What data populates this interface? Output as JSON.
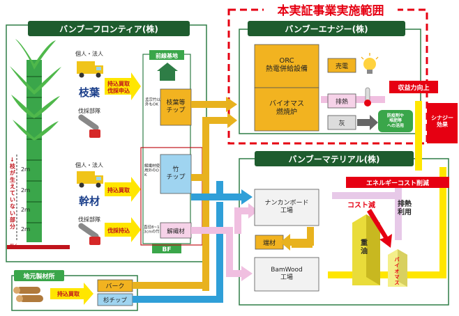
{
  "scope_title": "本実証事業実施範囲",
  "frontier": {
    "title": "バンブーフロンティア(株)",
    "edaha": "枝葉",
    "kanzai": "幹材",
    "supplier_corp": "個人・法人",
    "supplier_cutters": "伐採部隊",
    "bring_buy_1": "持込買取",
    "bring_buy_2": "伐採申込",
    "bring_buy_kanzai": "持込買取",
    "bring_cutters": "伐採持込",
    "height_mark": "2ｍ",
    "branch_note": "↓ 枝が生えていない部分",
    "root_label": "根く→",
    "base_title": "前線基地",
    "base_bottom": "BF",
    "chip_branch": "枝葉等\nチップ",
    "chip_branch_note": "孟宗竹以外もOK",
    "chip_bamboo": "竹\nチップ",
    "chip_bamboo_note": "解繊材使用外のOK",
    "fiber": "解繊材",
    "fiber_note": "直径8~13cmの竹"
  },
  "sawmill": {
    "title": "地元製材所",
    "buy": "持込買取",
    "bark": "バーク",
    "cedar_chip": "杉チップ"
  },
  "energy": {
    "title": "バンブーエナジー(株)",
    "orc": "ORC\n熱電併給設備",
    "biomass": "バイオマス\n燃焼炉",
    "sell_power": "売電",
    "waste_heat": "排熱",
    "ash": "灰",
    "ash_use": "防疫剤や\n堆肥等\nへの活用",
    "profit_up": "収益力向上"
  },
  "synergy": "シナジー\n効果",
  "energy_cost": "エネルギーコスト削減",
  "material": {
    "title": "バンブーマテリアル(株)",
    "board": "ナンカンボード\n工場",
    "endmat": "端材",
    "bamwood": "BamWood\n工場",
    "waste_heat_use": "排熱利用",
    "cost_cut": "コスト減",
    "heavy_oil": "重油",
    "biomass": "バイオマス"
  },
  "colors": {
    "green_dark": "#1e5c2e",
    "gold": "#e8b21e",
    "blue": "#2f9fd8",
    "pink": "#f0bfe0",
    "yellow": "#ffe600",
    "red": "#e60012"
  }
}
